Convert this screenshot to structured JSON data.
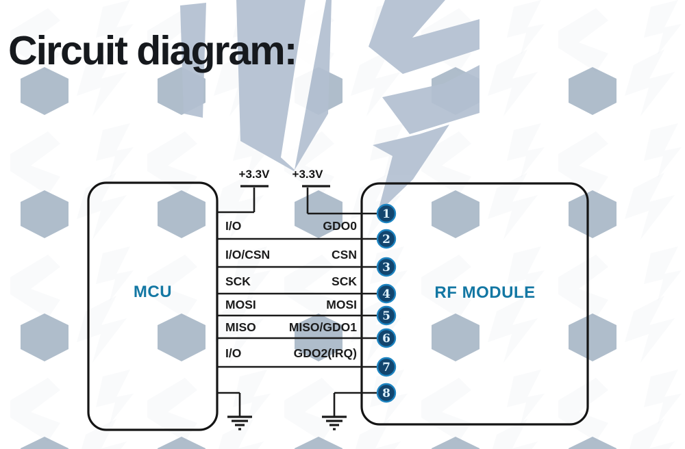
{
  "title": "Circuit diagram:",
  "power": {
    "left_label": "+3.3V",
    "right_label": "+3.3V"
  },
  "mcu": {
    "label": "MCU"
  },
  "rf_module": {
    "label": "RF MODULE"
  },
  "rows": [
    {
      "mcu_pin": "I/O",
      "rf_pin": "GDO0"
    },
    {
      "mcu_pin": "I/O/CSN",
      "rf_pin": "CSN"
    },
    {
      "mcu_pin": "SCK",
      "rf_pin": "SCK"
    },
    {
      "mcu_pin": "MOSI",
      "rf_pin": "MOSI"
    },
    {
      "mcu_pin": "MISO",
      "rf_pin": "MISO/GDO1"
    },
    {
      "mcu_pin": "I/O",
      "rf_pin": "GDO2(IRQ)"
    }
  ],
  "pin_numbers": [
    "1",
    "2",
    "3",
    "4",
    "5",
    "6",
    "7",
    "8"
  ],
  "colors": {
    "line_black": "#1a1a1a",
    "label_teal": "#1377a3",
    "pin_circle_fill": "#12456e",
    "pin_circle_ring": "#1d84c1",
    "pin_number_text": "#dff2fd",
    "watermark_blue": "#b3c0d1",
    "title_black": "#16191d"
  }
}
